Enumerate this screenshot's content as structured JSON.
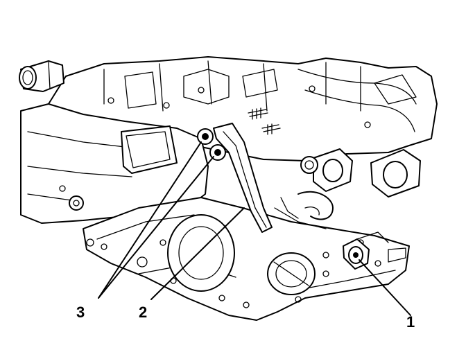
{
  "figure": {
    "callouts": [
      {
        "id": "callout-1",
        "label": "1"
      },
      {
        "id": "callout-2",
        "label": "2"
      },
      {
        "id": "callout-3",
        "label": "3"
      }
    ],
    "colors": {
      "ink": "#000000",
      "paper": "#ffffff"
    }
  }
}
